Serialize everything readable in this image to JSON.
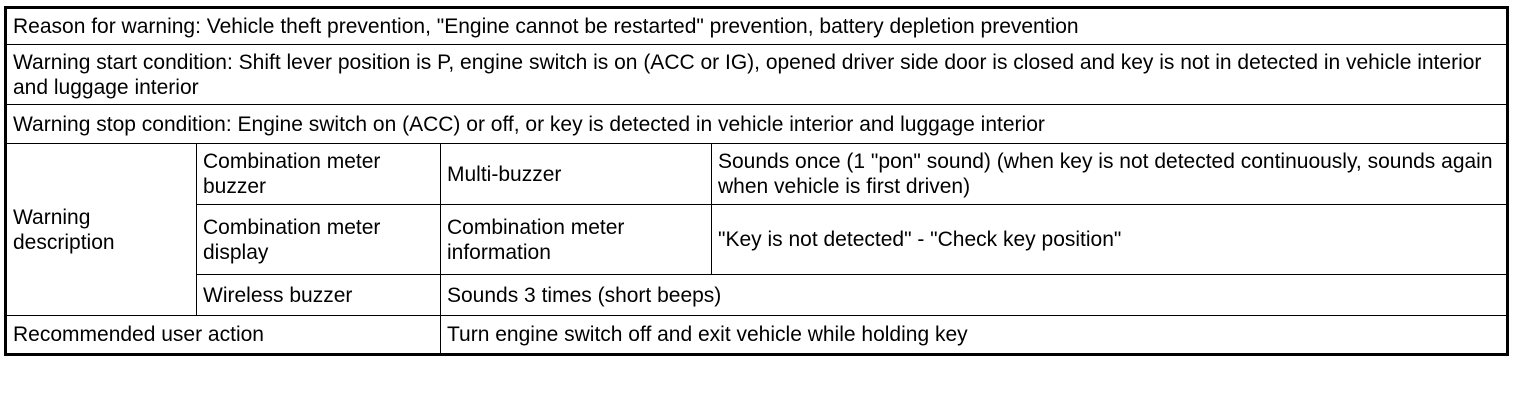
{
  "rows": {
    "reason": "Reason for warning: Vehicle theft prevention, \"Engine cannot be restarted\" prevention, battery depletion prevention",
    "start_condition": "Warning start condition: Shift lever position is P, engine switch is on (ACC or IG), opened driver side door is closed and key is not in detected in vehicle interior and luggage interior",
    "stop_condition": "Warning stop condition: Engine switch on (ACC) or off, or key is detected in vehicle interior and luggage interior"
  },
  "warning_description": {
    "label": "Warning description",
    "items": [
      {
        "device": "Combination meter buzzer",
        "type": "Multi-buzzer",
        "behavior": "Sounds once (1 \"pon\" sound) (when key is not detected continuously, sounds again when vehicle is first driven)"
      },
      {
        "device": "Combination meter display",
        "type": "Combination meter information",
        "behavior": "\"Key is not detected\" - \"Check key position\""
      },
      {
        "device": "Wireless buzzer",
        "behavior": "Sounds 3 times (short beeps)"
      }
    ]
  },
  "recommended_action": {
    "label": "Recommended user action",
    "value": "Turn engine switch off and exit vehicle while holding key"
  }
}
